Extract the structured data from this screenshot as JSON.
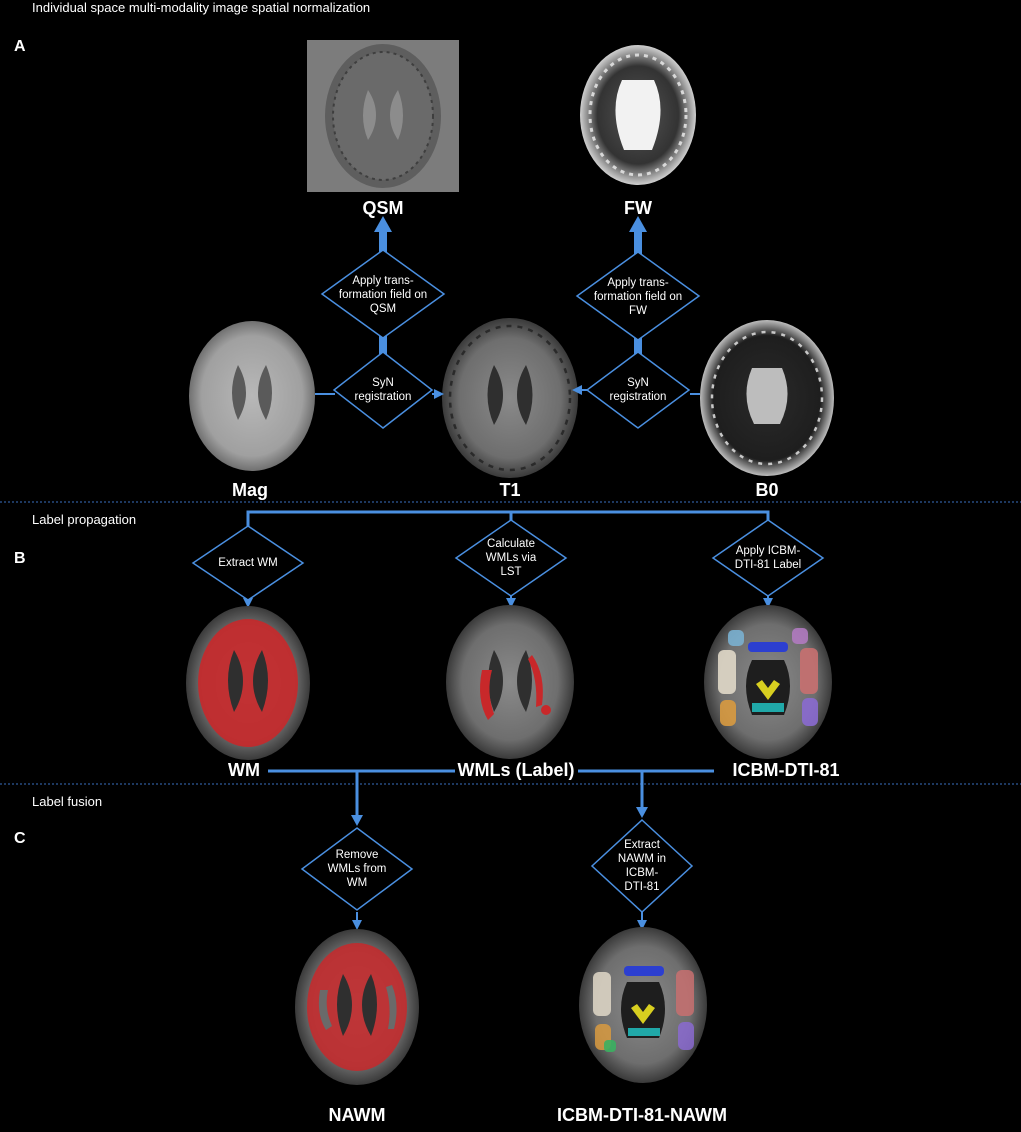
{
  "sections": {
    "a": {
      "letter": "A",
      "title": "Individual space multi-modality image spatial normalization"
    },
    "b": {
      "letter": "B",
      "title": "Label propagation"
    },
    "c": {
      "letter": "C",
      "title": "Label fusion"
    }
  },
  "images": {
    "qsm": "QSM",
    "fw": "FW",
    "mag": "Mag",
    "t1": "T1",
    "b0": "B0",
    "wm": "WM",
    "wmls": "WMLs (Label)",
    "icbm": "ICBM-DTI-81",
    "nawm": "NAWM",
    "icbm_nawm": "ICBM-DTI-81-NAWM"
  },
  "steps": {
    "apply_qsm": "Apply trans-\nformation field on\nQSM",
    "apply_fw": "Apply trans-\nformation field on\nFW",
    "syn_left": "SyN\nregistration",
    "syn_right": "SyN\nregistration",
    "extract_wm": "Extract WM",
    "calc_wmls": "Calculate\nWMLs via\nLST",
    "apply_icbm": "Apply ICBM-\nDTI-81 Label",
    "remove_wmls": "Remove\nWMLs from\nWM",
    "extract_nawm": "Extract\nNAWM in\nICBM-\nDTI-81"
  },
  "colors": {
    "arrow": "#4a8fe0",
    "divider": "#3a6fc0",
    "lesion": "#c8282a"
  }
}
